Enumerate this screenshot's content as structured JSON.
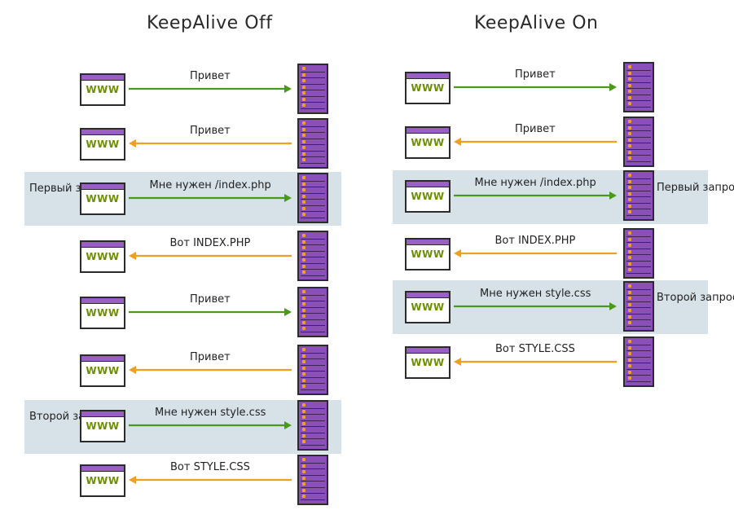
{
  "colors": {
    "request": "#4a9a1a",
    "response": "#f0a020",
    "band": "#d6e1e8",
    "server": "#8b4fb8",
    "browser_bar": "#9a5fc4"
  },
  "icons": {
    "browser": "browser-window-icon",
    "server": "server-rack-icon"
  },
  "browser_text": "WWW",
  "left": {
    "title": "KeepAlive Off",
    "rows": [
      {
        "text": "Привет",
        "dir": "request"
      },
      {
        "text": "Привет",
        "dir": "response"
      },
      {
        "text": "Мне нужен /index.php",
        "dir": "request"
      },
      {
        "text": "Вот INDEX.PHP",
        "dir": "response"
      },
      {
        "text": "Привет",
        "dir": "request"
      },
      {
        "text": "Привет",
        "dir": "response"
      },
      {
        "text": "Мне нужен style.css",
        "dir": "request"
      },
      {
        "text": "Вот STYLE.CSS",
        "dir": "response"
      }
    ],
    "first_request": "Первый запрос",
    "second_request": "Второй запрос"
  },
  "right": {
    "title": "KeepAlive On",
    "rows": [
      {
        "text": "Привет",
        "dir": "request"
      },
      {
        "text": "Привет",
        "dir": "response"
      },
      {
        "text": "Мне нужен /index.php",
        "dir": "request"
      },
      {
        "text": "Вот INDEX.PHP",
        "dir": "response"
      },
      {
        "text": "Мне нужен style.css",
        "dir": "request"
      },
      {
        "text": "Вот STYLE.CSS",
        "dir": "response"
      }
    ],
    "first_request": "Первый запрос",
    "second_request": "Второй запрос"
  }
}
